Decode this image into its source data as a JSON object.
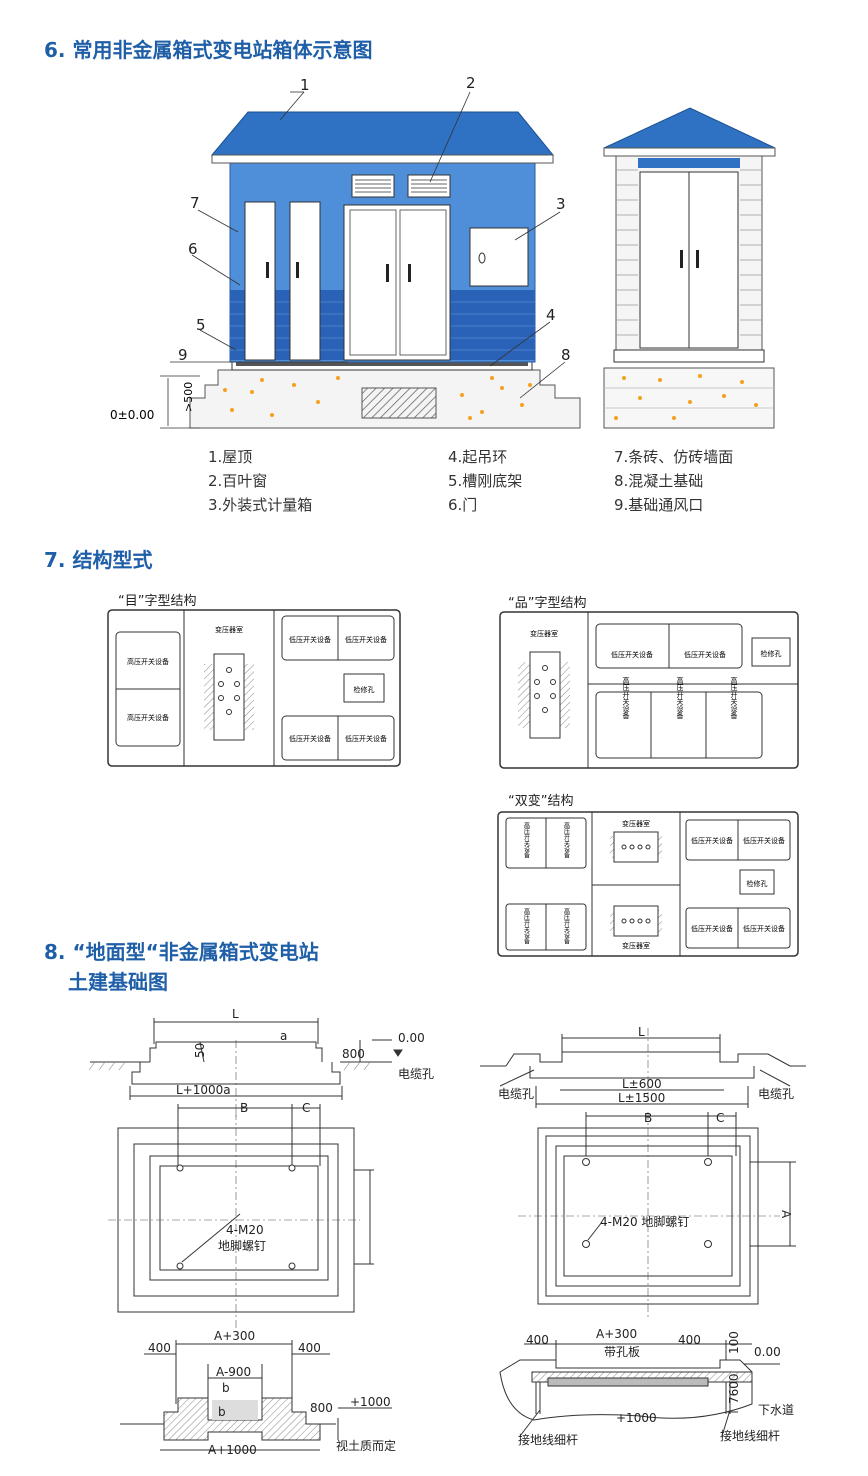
{
  "sections": {
    "s6": "6. 常用非金属箱式变电站箱体示意图",
    "s7": "7. 结构型式",
    "s8a": "8. “地面型“非金属箱式变电站",
    "s8b": "土建基础图"
  },
  "figure1": {
    "callouts": [
      "1",
      "2",
      "3",
      "4",
      "5",
      "6",
      "7",
      "8",
      "9"
    ],
    "dim_500": ">500",
    "elevation": "0±0.00"
  },
  "legend": {
    "col1": [
      "1.屋顶",
      "2.百叶窗",
      "3.外装式计量箱"
    ],
    "col2": [
      "4.起吊环",
      "5.槽刚底架",
      "6.门"
    ],
    "col3": [
      "7.条砖、仿砖墙面",
      "8.混凝土基础",
      "9.基础通风口"
    ]
  },
  "layouts": {
    "mu": {
      "title": "“目”字型结构",
      "hv": "高压开关设备",
      "transformer": "变压器室",
      "lv": "低压开关设备",
      "hole": "检修孔"
    },
    "pin": {
      "title": "“品”字型结构",
      "transformer": "变压器室",
      "lv": "低压开关设备",
      "hole": "检修孔",
      "hv": "高压开关设备"
    },
    "shuang": {
      "title": "“双变”结构",
      "hv": "高压开关设备",
      "transformer": "变压器室",
      "lv": "低压开关设备",
      "hole": "检修孔"
    }
  },
  "foundation": {
    "left_section": {
      "L": "L",
      "a": "a",
      "d50": "50",
      "d800": "800",
      "elev": "0.00",
      "cable": "电缆孔",
      "L1000a": "L+1000a"
    },
    "right_section": {
      "L": "L",
      "L600": "L±600",
      "L1500": "L±1500",
      "cable_l": "电缆孔",
      "cable_r": "电缆孔"
    },
    "left_plan": {
      "B": "B",
      "C": "C",
      "bolt1": "4-M20",
      "bolt2": "地脚螺钉"
    },
    "right_plan": {
      "B": "B",
      "C": "C",
      "A": "A",
      "bolt": "4-M20  地脚螺钉"
    },
    "left_base": {
      "A300": "A+300",
      "d400a": "400",
      "d400b": "400",
      "A900": "A-900",
      "b1": "b",
      "b2": "b",
      "d800": "800",
      "plus1000": "+1000",
      "A1000": "A+1000",
      "soil": "视土质而定"
    },
    "right_base": {
      "d400a": "400",
      "A300": "A+300",
      "d400b": "400",
      "plate": "带孔板",
      "d100": "100",
      "elev": "0.00",
      "d7600": "7600",
      "drain": "下水道",
      "plus1000": "+1000",
      "ground_l": "接地线细杆",
      "ground_r": "接地线细杆"
    }
  },
  "colors": {
    "accent": "#1f5fa8",
    "roof": "#2f72c4",
    "wall": "#4f8ed8",
    "brick": "#2a62b8"
  }
}
